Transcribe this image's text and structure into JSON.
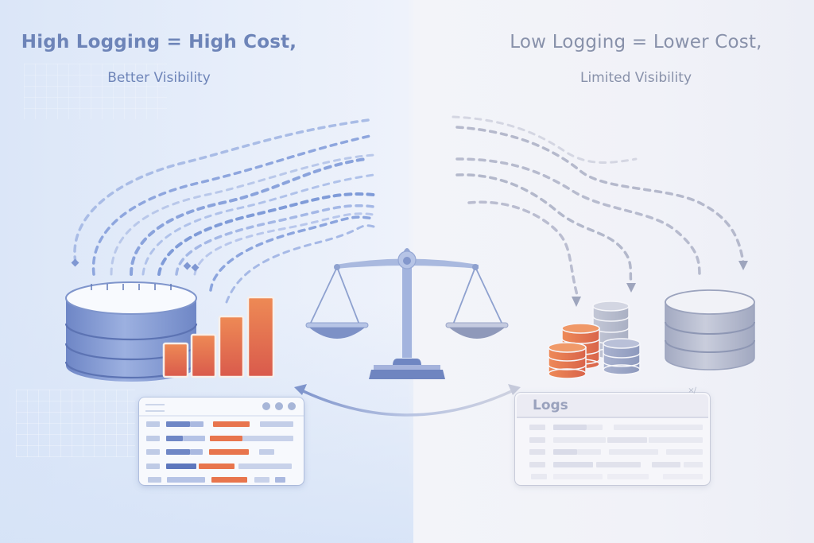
{
  "left": {
    "title": "High Logging = High Cost,",
    "subtitle": "Better Visibility",
    "text_color": "#6d84b8",
    "database_color": "#7d93cf",
    "bar_color": "#e9704a",
    "bar_heights": [
      42,
      52,
      74,
      98
    ],
    "log_panel": {
      "header_dots": 3,
      "rows": 5
    }
  },
  "right": {
    "title": "Low Logging = Lower Cost,",
    "subtitle": "Limited Visibility",
    "text_color": "#8891aa",
    "database_color": "#aeb4c8",
    "coin_color": "#ec8453",
    "log_panel": {
      "title": "Logs",
      "corner_mark": "×∕",
      "rows": 5
    }
  },
  "center": {
    "icon": "balance-scale-icon",
    "exchange_arrow": "double-headed-curved-arrow",
    "scale_color": "#8ea1cf"
  }
}
